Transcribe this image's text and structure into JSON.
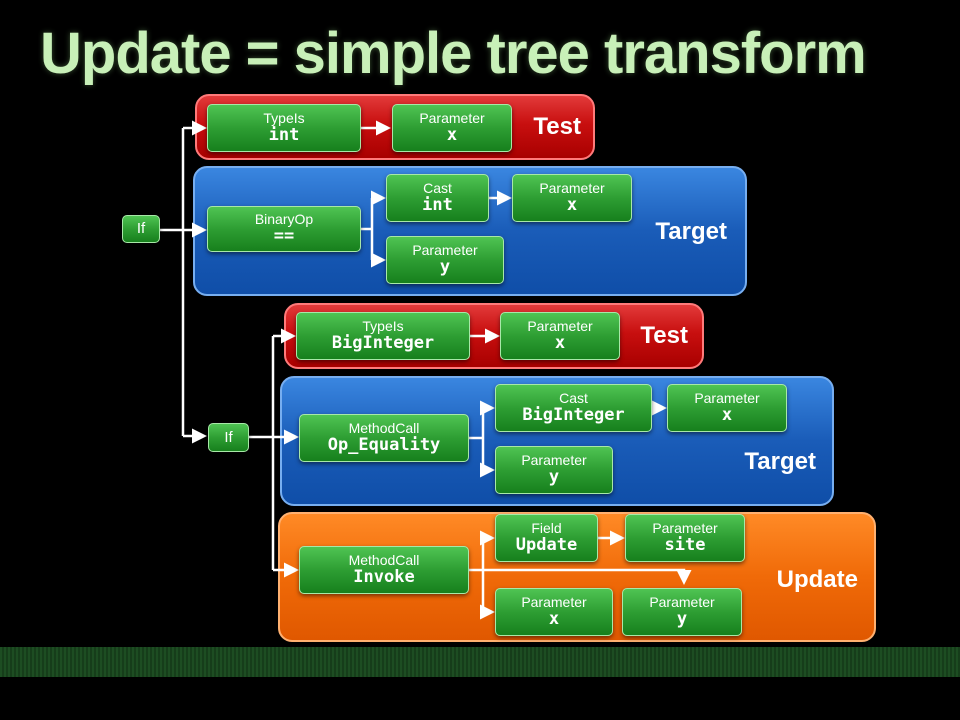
{
  "title": "Update = simple tree transform",
  "panels": {
    "test1": "Test",
    "target1": "Target",
    "test2": "Test",
    "target2": "Target",
    "update": "Update"
  },
  "nodes": {
    "if1": {
      "kind": "If"
    },
    "typeis1": {
      "kind": "TypeIs",
      "value": "int"
    },
    "param_x1": {
      "kind": "Parameter",
      "value": "x"
    },
    "binaryop": {
      "kind": "BinaryOp",
      "value": "=="
    },
    "cast1": {
      "kind": "Cast",
      "value": "int"
    },
    "param_x2": {
      "kind": "Parameter",
      "value": "x"
    },
    "param_y1": {
      "kind": "Parameter",
      "value": "y"
    },
    "if2": {
      "kind": "If"
    },
    "typeis2": {
      "kind": "TypeIs",
      "value": "BigInteger"
    },
    "param_x3": {
      "kind": "Parameter",
      "value": "x"
    },
    "methodcall1": {
      "kind": "MethodCall",
      "value": "Op_Equality"
    },
    "cast2": {
      "kind": "Cast",
      "value": "BigInteger"
    },
    "param_x4": {
      "kind": "Parameter",
      "value": "x"
    },
    "param_y2": {
      "kind": "Parameter",
      "value": "y"
    },
    "methodcall2": {
      "kind": "MethodCall",
      "value": "Invoke"
    },
    "field": {
      "kind": "Field",
      "value": "Update"
    },
    "param_site": {
      "kind": "Parameter",
      "value": "site"
    },
    "param_x5": {
      "kind": "Parameter",
      "value": "x"
    },
    "param_y3": {
      "kind": "Parameter",
      "value": "y"
    }
  },
  "colors": {
    "title": "#c8f0b8",
    "test_panel": "#c80f0f",
    "target_panel": "#1a5cb8",
    "update_panel": "#f06a08",
    "node": "#2e9e33",
    "connector": "#ffffff"
  }
}
